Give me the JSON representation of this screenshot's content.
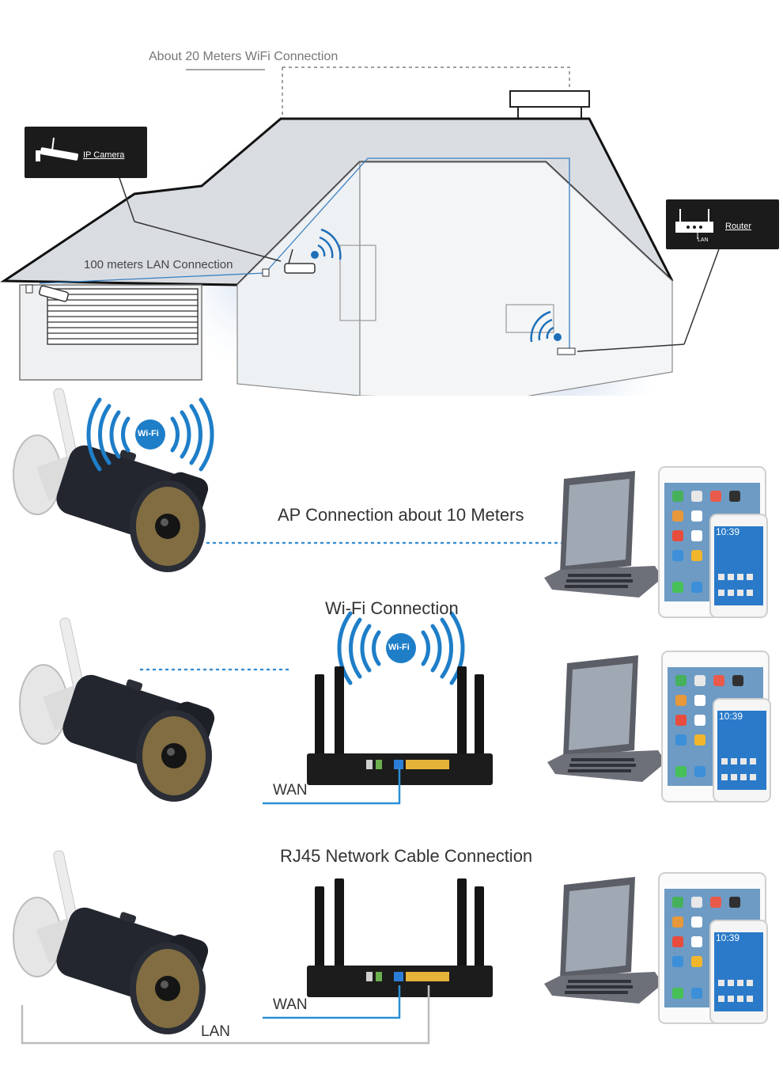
{
  "house": {
    "wifi_range_label": "About 20  Meters WiFi Connection",
    "lan_range_label": "100 meters LAN Connection",
    "camera_tag": "IP Camera",
    "router_tag": "Router",
    "router_lan_port": "LAN"
  },
  "wifi_badge": "Wi-Fi",
  "sections": [
    {
      "caption": "AP Connection about 10 Meters"
    },
    {
      "caption": "Wi-Fi Connection",
      "wan_label": "WAN"
    },
    {
      "caption": "RJ45 Network Cable Connection",
      "wan_label": "WAN",
      "lan_label": "LAN"
    }
  ],
  "device_screen": {
    "clock": "10:39"
  },
  "colors": {
    "accent": "#1e7ec8",
    "line": "#2c8fd6",
    "house_fill": "#dfe3e8",
    "dark": "#1c1c1c"
  }
}
